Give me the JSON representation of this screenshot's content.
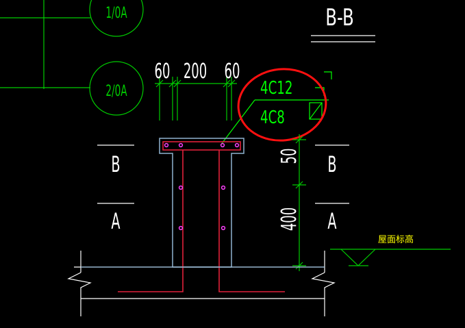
{
  "drawing": {
    "section_title": "B-B",
    "axis_bubbles": [
      {
        "label": "1/0A"
      },
      {
        "label": "2/0A"
      }
    ],
    "dimensions": {
      "top_left_60": "60",
      "top_200": "200",
      "top_right_60": "60",
      "vertical_50": "50",
      "vertical_400": "400"
    },
    "rebar": {
      "top_bars": "4C12",
      "stirrup_bars": "4C8"
    },
    "section_marks": {
      "left_upper": "B",
      "left_lower": "A",
      "right_upper": "B",
      "right_lower": "A"
    },
    "elevation_label": "屋面标高"
  },
  "colors": {
    "background": "#000000",
    "dimension": "#00cc00",
    "annotation": "#00ff00",
    "outline": "#ffffff",
    "concrete": "#8fb3d0",
    "rebar": "#e0203a",
    "rebar_dot": "#ff40ff",
    "highlight": "#ff1010",
    "elevation_text": "#ffff00"
  }
}
